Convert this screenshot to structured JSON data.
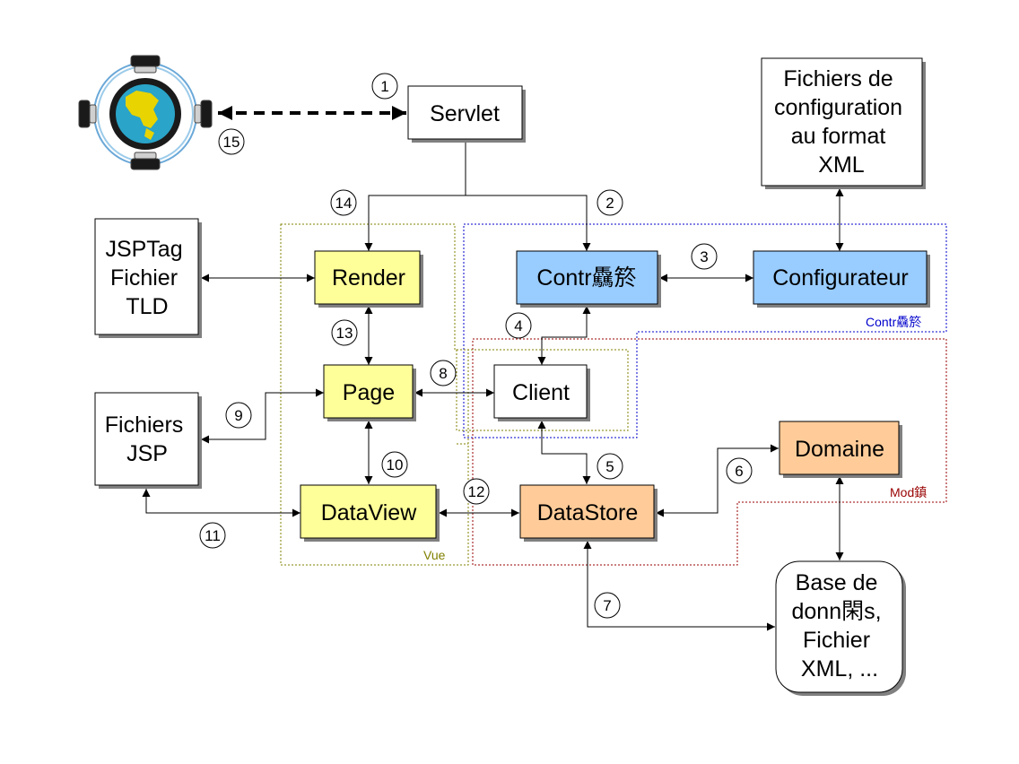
{
  "colors": {
    "yellow_fill": "#ffff99",
    "blue_fill": "#99ccff",
    "orange_fill": "#ffcc99",
    "white_fill": "#ffffff",
    "vue_border": "#808000",
    "controleur_border": "#0000cc",
    "modele_border": "#990000"
  },
  "icons": {
    "globe": "globe-network-icon"
  },
  "boxes": {
    "servlet": [
      "Servlet"
    ],
    "config_files": [
      "Fichiers de",
      "configuration",
      "au format",
      "XML"
    ],
    "jsptag": [
      "JSPTag",
      "Fichier",
      "TLD"
    ],
    "render": [
      "Render"
    ],
    "controleur": [
      "Contr驫箊"
    ],
    "configurateur": [
      "Configurateur"
    ],
    "page": [
      "Page"
    ],
    "client": [
      "Client"
    ],
    "fichiers_jsp": [
      "Fichiers",
      "JSP"
    ],
    "dataview": [
      "DataView"
    ],
    "datastore": [
      "DataStore"
    ],
    "domaine": [
      "Domaine"
    ],
    "database": [
      "Base de",
      "donn閑s,",
      "Fichier",
      "XML, ..."
    ]
  },
  "regions": {
    "vue": "Vue",
    "controleur": "Contr驫箊",
    "modele": "Mod鎮"
  },
  "step_numbers": [
    "1",
    "2",
    "3",
    "4",
    "5",
    "6",
    "7",
    "8",
    "9",
    "10",
    "11",
    "12",
    "13",
    "14",
    "15"
  ]
}
